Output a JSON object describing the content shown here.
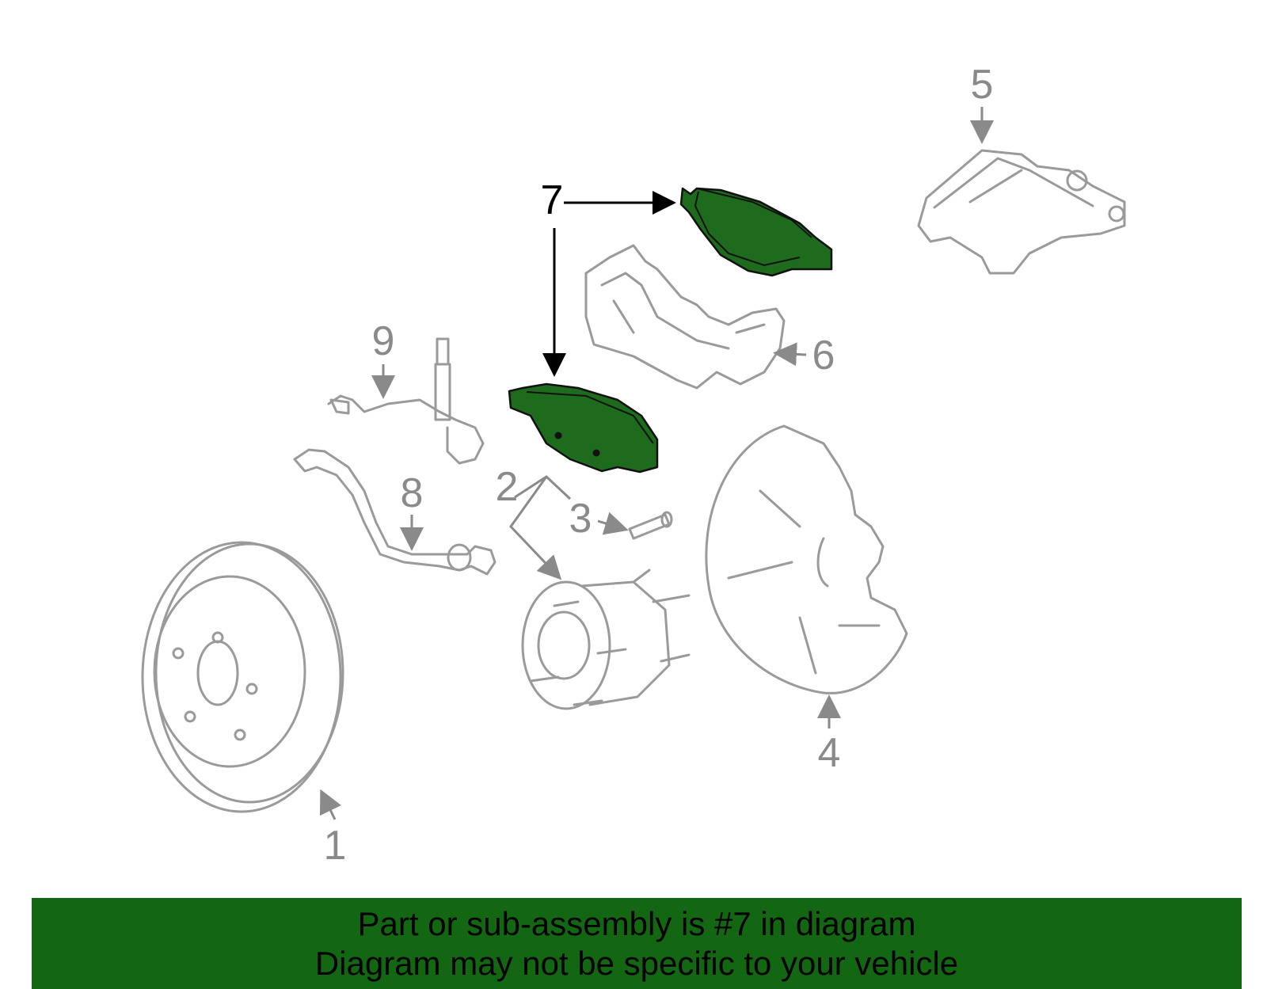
{
  "colors": {
    "highlight": "#1e6b1e",
    "banner_background": "#136713",
    "part_outline": "#9a9a9a",
    "callout_text": "#8a8a8a"
  },
  "highlighted_part": "7",
  "callouts": {
    "c1": "1",
    "c2": "2",
    "c3": "3",
    "c4": "4",
    "c5": "5",
    "c6": "6",
    "c7": "7",
    "c8": "8",
    "c9": "9"
  },
  "banner": {
    "line1": "Part or sub-assembly is #7 in diagram",
    "line2": "Diagram may not be specific to your vehicle"
  }
}
